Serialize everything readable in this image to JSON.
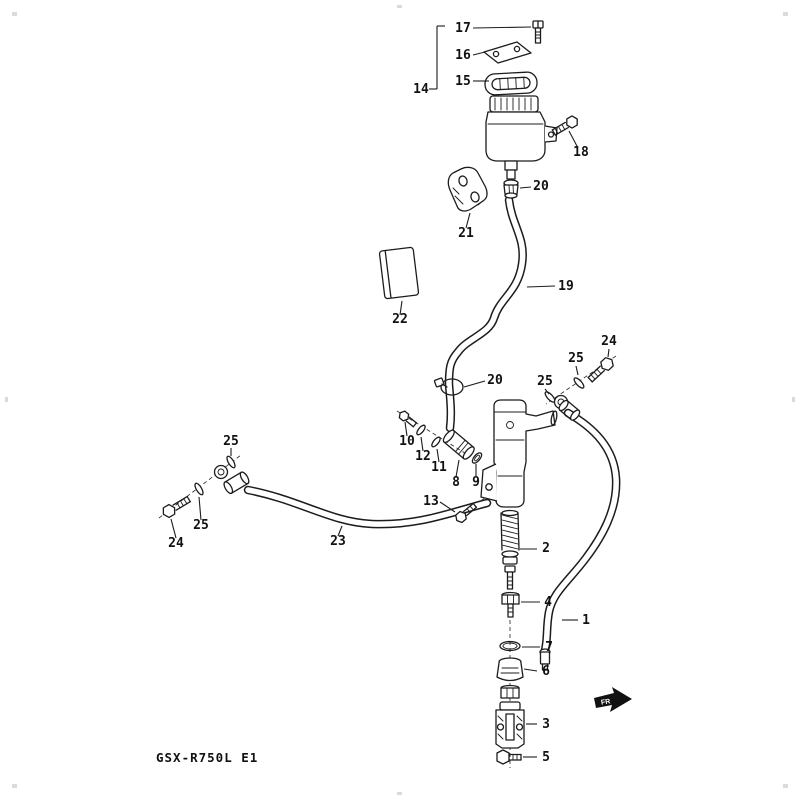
{
  "diagram_title": "GSX-R750L E1",
  "direction_indicator": "FR",
  "part_numbers": {
    "1": "1",
    "2": "2",
    "3": "3",
    "4": "4",
    "5": "5",
    "6": "6",
    "7": "7",
    "8": "8",
    "9": "9",
    "10": "10",
    "11": "11",
    "12": "12",
    "13": "13",
    "14": "14",
    "15": "15",
    "16": "16",
    "17": "17",
    "18": "18",
    "19": "19",
    "20": "20",
    "21": "21",
    "22": "22",
    "23": "23",
    "24": "24",
    "25": "25"
  }
}
